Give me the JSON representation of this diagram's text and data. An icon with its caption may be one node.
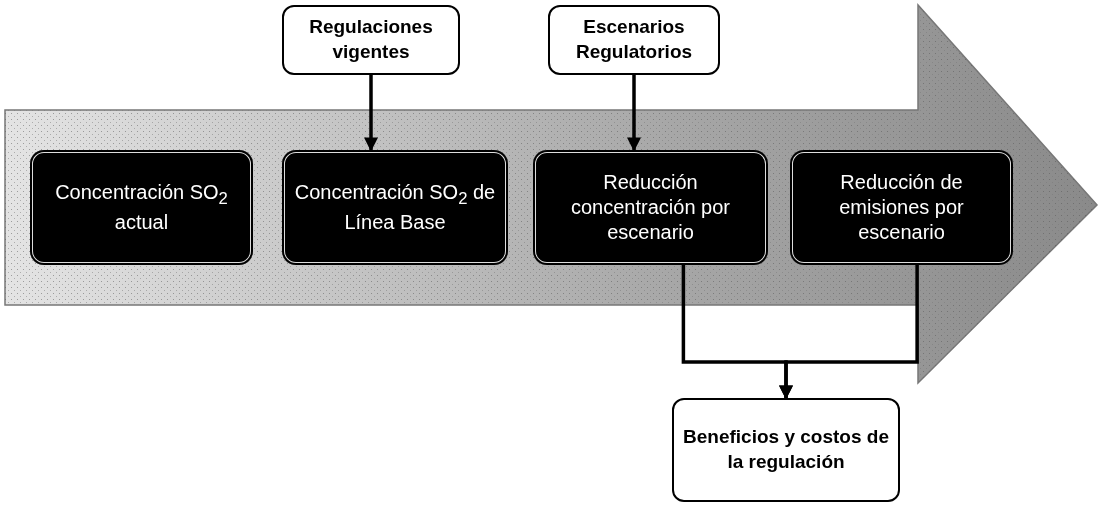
{
  "diagram": {
    "nodes": [
      {
        "text": [],
        "shape": "arrow"
      },
      {
        "text": [
          "Concentración SO$_{2}$ actual"
        ],
        "in": 0
      },
      {
        "text": [
          "Concentración SO$_{2}$ de Línea Base"
        ],
        "in": 0
      },
      {
        "text": [
          "Reducción concentración por escenario"
        ],
        "in": 0
      },
      {
        "text": [
          "Reducción de emisiones por escenario"
        ],
        "in": 0
      },
      {
        "text": [
          "Regulaciones vigentes"
        ]
      },
      {
        "text": [
          "Escenarios Regulatorios"
        ]
      },
      {
        "text": [
          "Beneficios y costos de la regulación"
        ]
      }
    ],
    "edges": [
      {
        "from": 5,
        "to": 2,
        "arrow": "to"
      },
      {
        "from": 6,
        "to": 3,
        "arrow": "to"
      },
      {
        "from": 3,
        "to": 7,
        "arrow": "to"
      },
      {
        "from": 4,
        "to": 7,
        "arrow": "to"
      }
    ]
  }
}
